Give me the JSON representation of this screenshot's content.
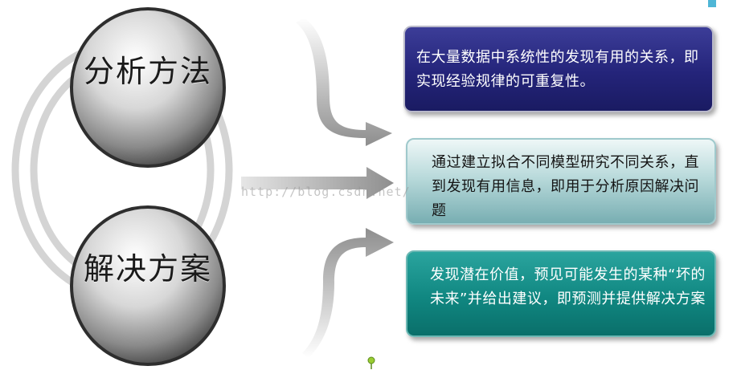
{
  "spheres": {
    "top_label": "分析方法",
    "bottom_label": "解决方案"
  },
  "boxes": [
    {
      "text": "在大量数据中系统性的发现有用的关系，即实现经验规律的可重复性。",
      "color": "#24247a"
    },
    {
      "text": "通过建立拟合不同模型研究不同关系，直到发现有用信息，即用于分析原因解决问题",
      "color": "#a9cfd1"
    },
    {
      "text": "发现潜在价值，预见可能发生的某种“坏的未来”并给出建议，即预测并提供解决方案",
      "color": "#108781"
    }
  ],
  "watermark": "http://blog.csdn.net/"
}
